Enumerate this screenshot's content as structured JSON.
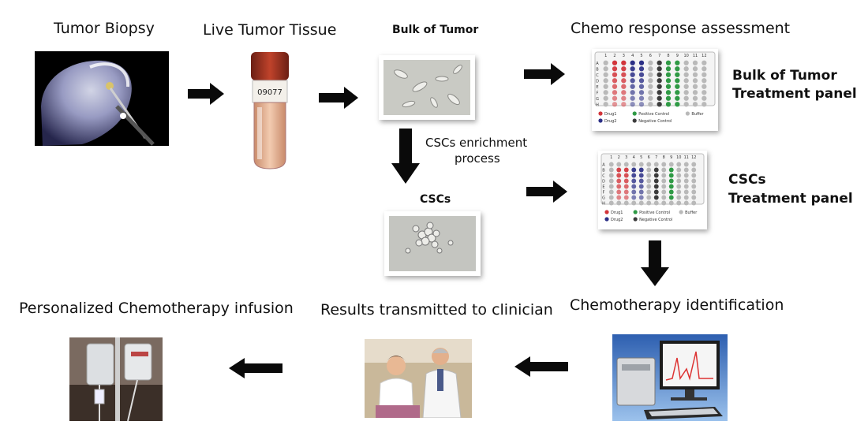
{
  "steps": {
    "biopsy": "Tumor Biopsy",
    "tissue": "Live Tumor Tissue",
    "bulk": "Bulk of Tumor",
    "chemo": "Chemo response assessment",
    "enrich_line1": "CSCs enrichment",
    "enrich_line2": "process",
    "cscs": "CSCs",
    "identification": "Chemotherapy identification",
    "results": "Results transmitted to clinician",
    "infusion": "Personalized Chemotherapy infusion"
  },
  "panels": {
    "bulk_line1": "Bulk of Tumor",
    "bulk_line2": "Treatment panel",
    "cscs_line1": "CSCs",
    "cscs_line2": "Treatment panel"
  },
  "plate": {
    "columns": [
      "1",
      "2",
      "3",
      "4",
      "5",
      "6",
      "7",
      "8",
      "9",
      "10",
      "11",
      "12"
    ],
    "rows": [
      "A",
      "B",
      "C",
      "D",
      "E",
      "F",
      "G",
      "H"
    ],
    "legend_drug1": "Drug1",
    "legend_drug2": "Drug2",
    "legend_positive": "Positive Control",
    "legend_negative": "Negative Control",
    "legend_buffer": "Buffer"
  },
  "tube_label": "09077",
  "colors": {
    "drug1": "#d2343a",
    "drug2": "#2b2f86",
    "positive": "#2f9a45",
    "negative": "#3c3c3c",
    "buffer": "#b9b9b9",
    "arrow": "#0a0a0a"
  },
  "icons": [
    "arrow-right-icon",
    "arrow-down-icon",
    "arrow-left-icon"
  ]
}
